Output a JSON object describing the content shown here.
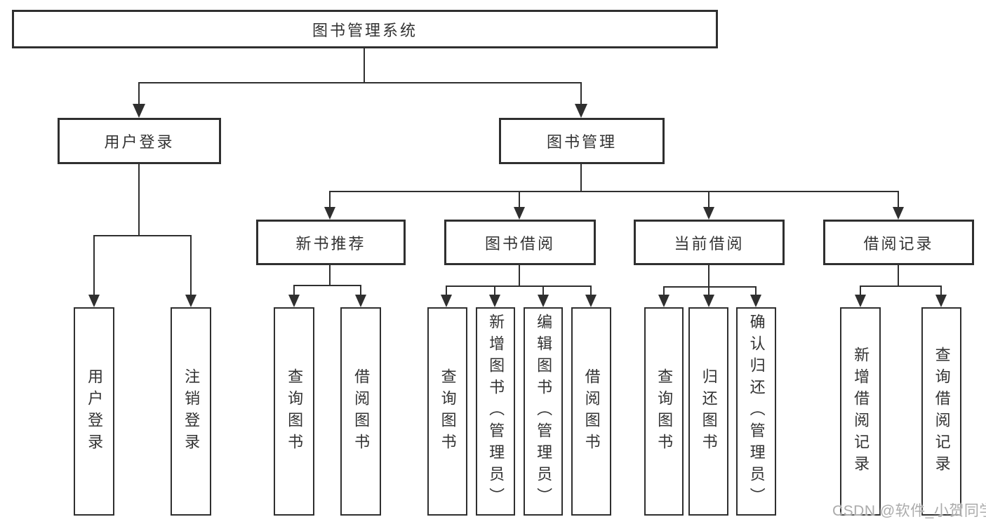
{
  "tree": {
    "label": "图书管理系统",
    "children": [
      {
        "label": "用户登录",
        "children": [
          {
            "label": "用户登录"
          },
          {
            "label": "注销登录"
          }
        ]
      },
      {
        "label": "图书管理",
        "children": [
          {
            "label": "新书推荐",
            "children": [
              {
                "label": "查询图书"
              },
              {
                "label": "借阅图书"
              }
            ]
          },
          {
            "label": "图书借阅",
            "children": [
              {
                "label": "查询图书"
              },
              {
                "label": "新增图书（管理员）"
              },
              {
                "label": "编辑图书（管理员）"
              },
              {
                "label": "借阅图书"
              }
            ]
          },
          {
            "label": "当前借阅",
            "children": [
              {
                "label": "查询图书"
              },
              {
                "label": "归还图书"
              },
              {
                "label": "确认归还（管理员）"
              }
            ]
          },
          {
            "label": "借阅记录",
            "children": [
              {
                "label": "新增借阅记录"
              },
              {
                "label": "查询借阅记录"
              }
            ]
          }
        ]
      }
    ]
  },
  "watermark": "CSDN @软件_小贺同学",
  "colors": {
    "line": "#2f2f2f",
    "box_border": "#2f2f2f",
    "text": "#333333",
    "watermark": "#ababab",
    "background": "#ffffff"
  }
}
